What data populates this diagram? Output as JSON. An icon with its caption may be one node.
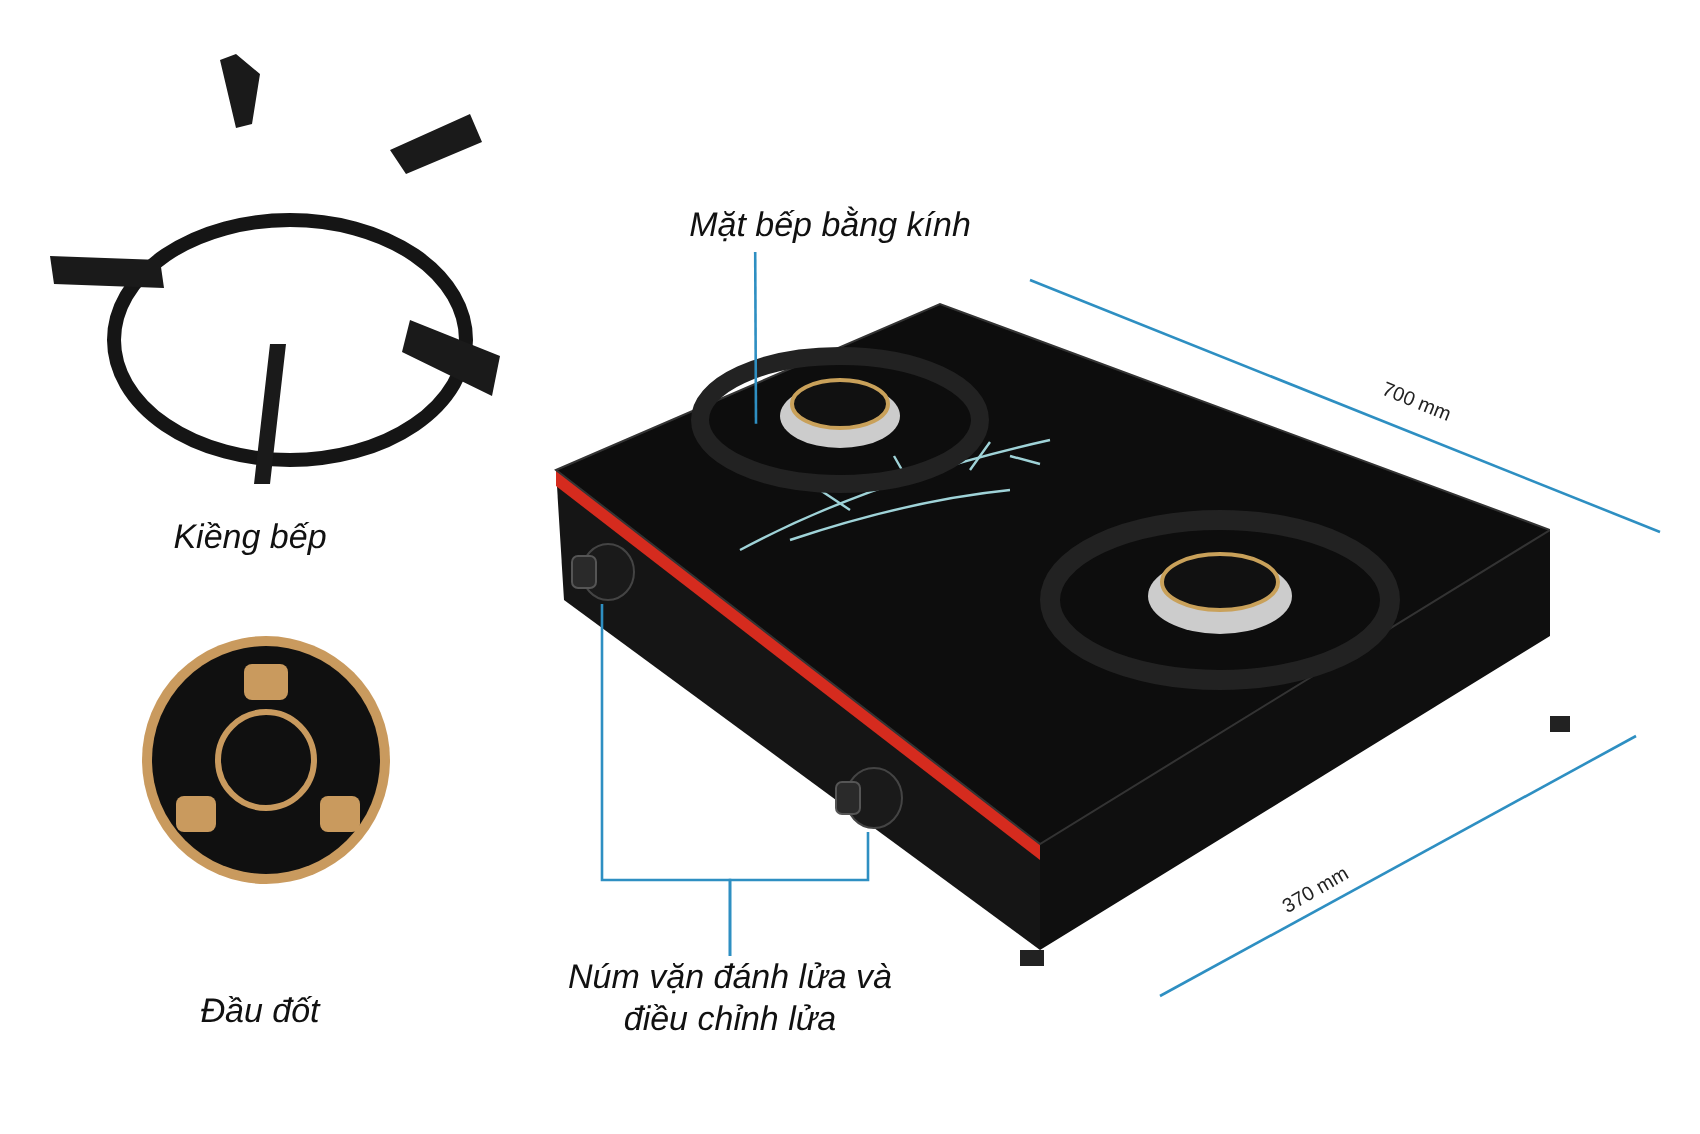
{
  "diagram": {
    "nodes": [
      {
        "text": [
          "Mặt bếp bằng kính"
        ]
      },
      {
        "text": [],
        "shape": "picture"
      },
      {
        "text": [],
        "shape": "circle"
      },
      {
        "text": [],
        "shape": "circle"
      },
      {
        "text": [
          "Núm vặn đánh lửa và điều chỉnh lửa"
        ]
      }
    ],
    "edges": [
      {
        "from": 0,
        "to": 1,
        "arrow": "none"
      },
      {
        "from": 4,
        "to": 2,
        "arrow": "none"
      },
      {
        "from": 4,
        "to": 3,
        "arrow": "none"
      }
    ],
    "labels": [
      "Kiềng bếp",
      "Đầu đốt",
      "700 mm",
      "370 mm"
    ]
  }
}
